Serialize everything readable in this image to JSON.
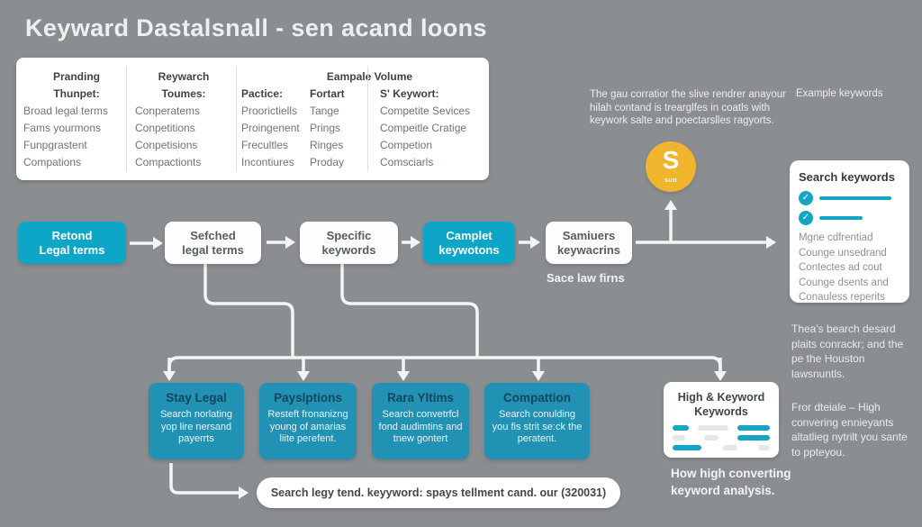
{
  "title": "Keyward Dastalsnall - sen acand loons",
  "colors": {
    "teal": "#0da6c6",
    "teal_dark": "#2191b4",
    "yellow": "#f0b42d",
    "background": "#8b8e91"
  },
  "table": {
    "group_header": "Eampale Volume",
    "columns": [
      {
        "header1": "Pranding",
        "header2": "Thunpet:",
        "items": [
          "Broad legal terms",
          "Fams yourmons",
          "Funpgrastent",
          "Compations"
        ]
      },
      {
        "header1": "Reywarch",
        "header2": "Toumes:",
        "items": [
          "Conperatems",
          "Conpetitions",
          "Conpetisions",
          "Compactionts"
        ]
      },
      {
        "header1": "",
        "header2": "Pactice:",
        "items": [
          "Proorictiells",
          "Proingenent",
          "Frecultles",
          "Incontiures"
        ]
      },
      {
        "header1": "",
        "header2": "Fortart",
        "items": [
          "Tange",
          "Prings",
          "Ringes",
          "Proday"
        ]
      },
      {
        "header1": "",
        "header2": "S' Keywort:",
        "items": [
          "Competite Sevices",
          "Compeitle Cratige",
          "Competion",
          "Comsciarls"
        ]
      }
    ]
  },
  "top_right": {
    "paragraph": "The gau corratior the slive rendrer anayour hilah contand is trearglfes in coatls with keywork salte and poectarslles ragyorts.",
    "side_label": "Example keywords"
  },
  "money_icon": {
    "symbol": "S",
    "sub_label": "sun"
  },
  "flow": {
    "boxes": [
      {
        "line1": "Retond",
        "line2": "Legal terms"
      },
      {
        "line1": "Sefched",
        "line2": "legal terms"
      },
      {
        "line1": "Specific",
        "line2": "keywords"
      },
      {
        "line1": "Camplet",
        "line2": "keywotons"
      },
      {
        "line1": "Samiuers",
        "line2": "keywacrins"
      }
    ],
    "sub_label": "Sace law firns"
  },
  "bottom_boxes": [
    {
      "title": "Stay Legal",
      "body": "Search norlating yop lire nersand payerrts"
    },
    {
      "title": "Payslptions",
      "body": "Resteft fronanizng young of amarias liite perefent."
    },
    {
      "title": "Rara Yltims",
      "body": "Search convetrfcl fond audimtins and tnew gontert"
    },
    {
      "title": "Compattion",
      "body": "Search conulding you fis strit se:ck the peratent."
    }
  ],
  "keyword_card": {
    "title_line1": "High & Keyword",
    "title_line2": "Keywords"
  },
  "search_panel": {
    "title": "Search keywords",
    "items": [
      "Mgne cdfrentiad",
      "Counge unsedrand",
      "Contectes ad cout",
      "Counge dsents and",
      "Conauless reperits"
    ]
  },
  "right_texts": {
    "para1": "Thea's bearch desard plaits conrackr; and the pe the Houston lawsnuntls.",
    "para2": "Fror dteiale – High convering ennieyants altatlieg nytrilt you sante to ppteyou."
  },
  "bottom_caption": "How high converting keyword analysis.",
  "bottom_pill": "Search legy tend. keyyword: spays tellment cand. our (320031)"
}
